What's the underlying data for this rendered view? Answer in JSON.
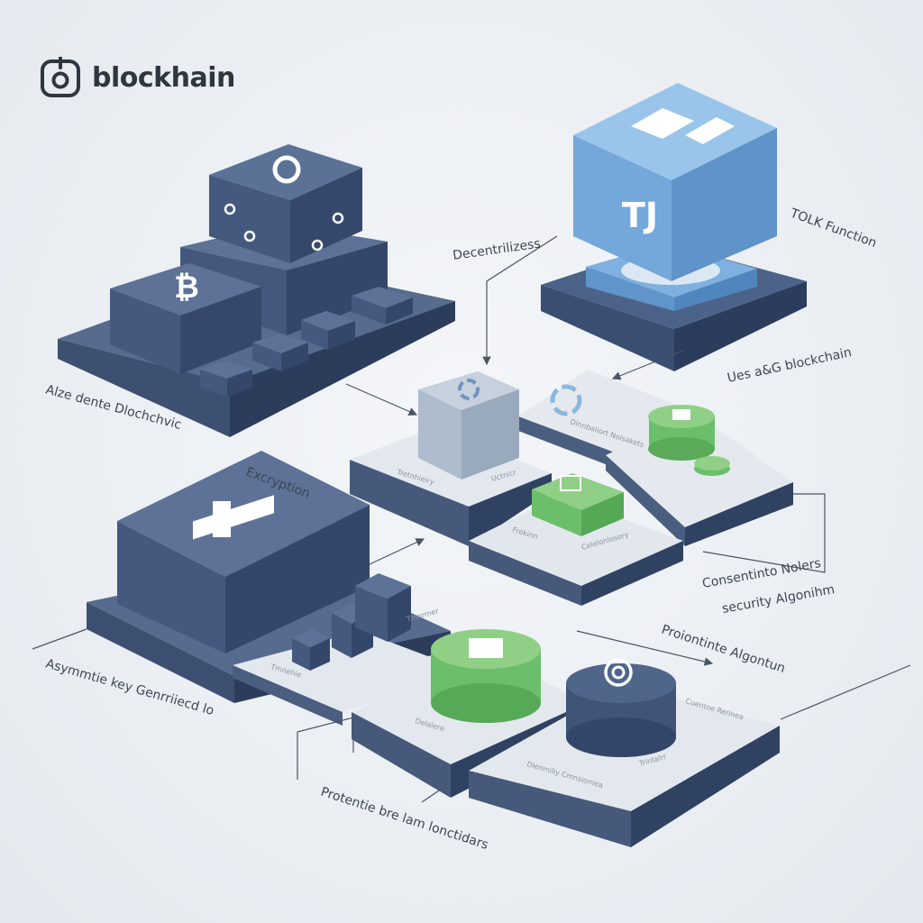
{
  "brand": {
    "name": "blockhain",
    "logo_icon": "lock-box-icon"
  },
  "colors": {
    "navy": "#4a5f80",
    "navy_dark": "#2f4262",
    "blue": "#73a8db",
    "green": "#6cbf6a",
    "tile": "#e3e8ef",
    "text": "#3d4654"
  },
  "labels": {
    "decentralization": "Decentrilizess",
    "tolk_function": "TOLK Function",
    "uses_blockchain": "Ues a&G blockchain",
    "architecture": "Alze dente Dlochchvic",
    "encryption": "Excryption",
    "asymmetric_key": "Asymmtie key Genrriiecd lo",
    "consensus": "Consentinto Nolers",
    "security_algorithm": "security Algonihm",
    "protocol_algorithm": "Proiontinte Algontun",
    "protocol_functions": "Protentie bre lam lonctidars",
    "blue_cube_glyph": "TJ"
  },
  "tiles": {
    "t1": "Tretnhieiry",
    "t2": "Uctnicr",
    "t3": "Dlnnbaliort Nolsakets",
    "t4": "Frekinn",
    "t5": "Celelonlosory",
    "t6": "Tmnehie",
    "t7": "Tlnnrmer",
    "t8": "Delalere",
    "t9": "Dlenmiliy Cmnsiomea",
    "t10": "Trintalrr",
    "t11": "Cuentoe Rerinea"
  }
}
